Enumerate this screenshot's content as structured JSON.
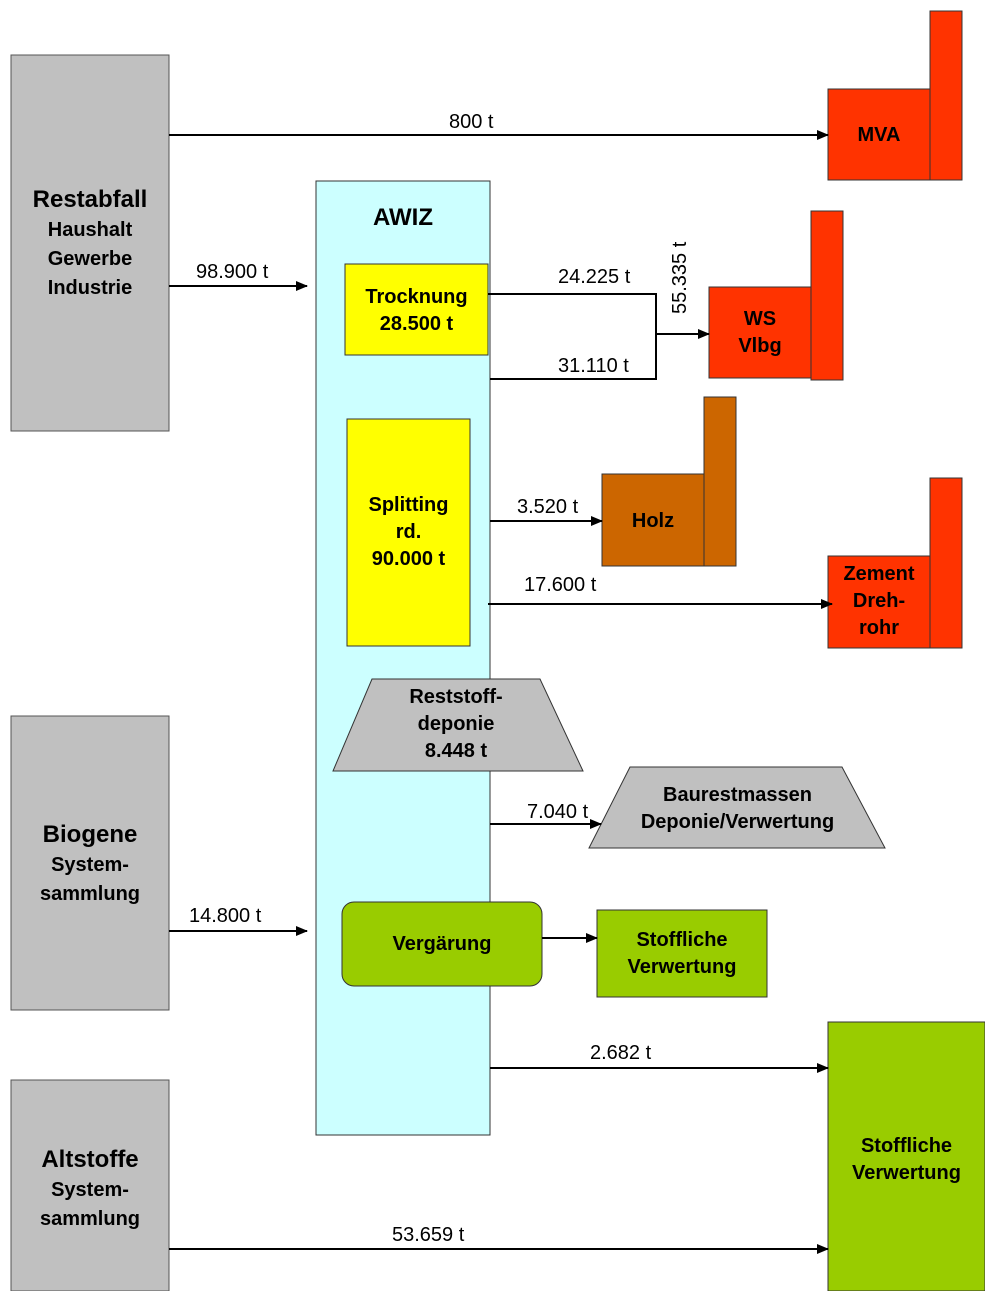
{
  "colors": {
    "source_gray": "#c0c0c0",
    "awiz_cyan": "#ccffff",
    "yellow": "#ffff00",
    "red": "#ff3300",
    "brown": "#cc6600",
    "green": "#99cc00",
    "line": "#000000"
  },
  "sources": {
    "restabfall": {
      "title": "Restabfall",
      "lines": [
        "Haushalt",
        "Gewerbe",
        "Industrie"
      ]
    },
    "biogene": {
      "title": "Biogene",
      "lines": [
        "System-",
        "sammlung"
      ]
    },
    "altstoffe": {
      "title": "Altstoffe",
      "lines": [
        "System-",
        "sammlung"
      ]
    }
  },
  "awiz": {
    "title": "AWIZ"
  },
  "processes": {
    "trocknung": {
      "line1": "Trocknung",
      "line2": "28.500 t"
    },
    "splitting": {
      "line1": "Splitting",
      "line2": "rd.",
      "line3": "90.000 t"
    },
    "reststoffdeponie": {
      "line1": "Reststoff-",
      "line2": "deponie",
      "line3": "8.448 t"
    },
    "vergaerung": {
      "label": "Vergärung"
    }
  },
  "destinations": {
    "mva": {
      "label": "MVA"
    },
    "ws_vlbg": {
      "line1": "WS",
      "line2": "Vlbg"
    },
    "holz": {
      "label": "Holz"
    },
    "zement": {
      "line1": "Zement",
      "line2": "Dreh-",
      "line3": "rohr"
    },
    "baurestmassen": {
      "line1": "Baurestmassen",
      "line2": "Deponie/Verwertung"
    },
    "stoffliche_small": {
      "line1": "Stoffliche",
      "line2": "Verwertung"
    },
    "stoffliche_big": {
      "line1": "Stoffliche",
      "line2": "Verwertung"
    }
  },
  "flows": {
    "mva": "800 t",
    "restabfall_in": "98.900 t",
    "trocknung_out": "24.225 t",
    "ws_total": "55.335 t",
    "ws_direct": "31.110 t",
    "holz": "3.520 t",
    "zement": "17.600 t",
    "baurestmassen": "7.040 t",
    "biogene_in": "14.800 t",
    "awiz_stoffl": "2.682 t",
    "altstoffe": "53.659 t"
  }
}
